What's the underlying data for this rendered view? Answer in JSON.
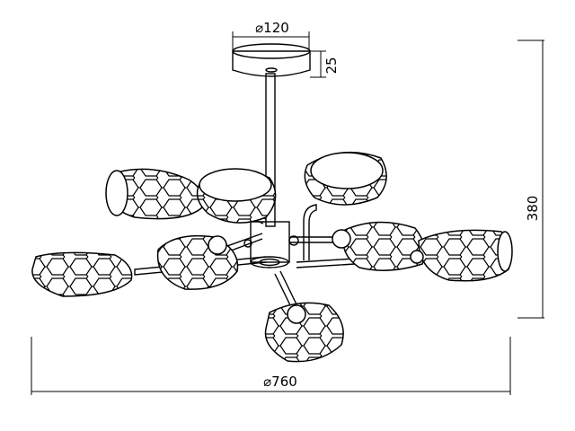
{
  "drawing": {
    "colors": {
      "line": "#000000",
      "background": "#ffffff"
    },
    "dimensions": {
      "canopy_diameter": "⌀120",
      "canopy_height": "25",
      "total_height": "380",
      "total_diameter": "⌀760"
    }
  }
}
